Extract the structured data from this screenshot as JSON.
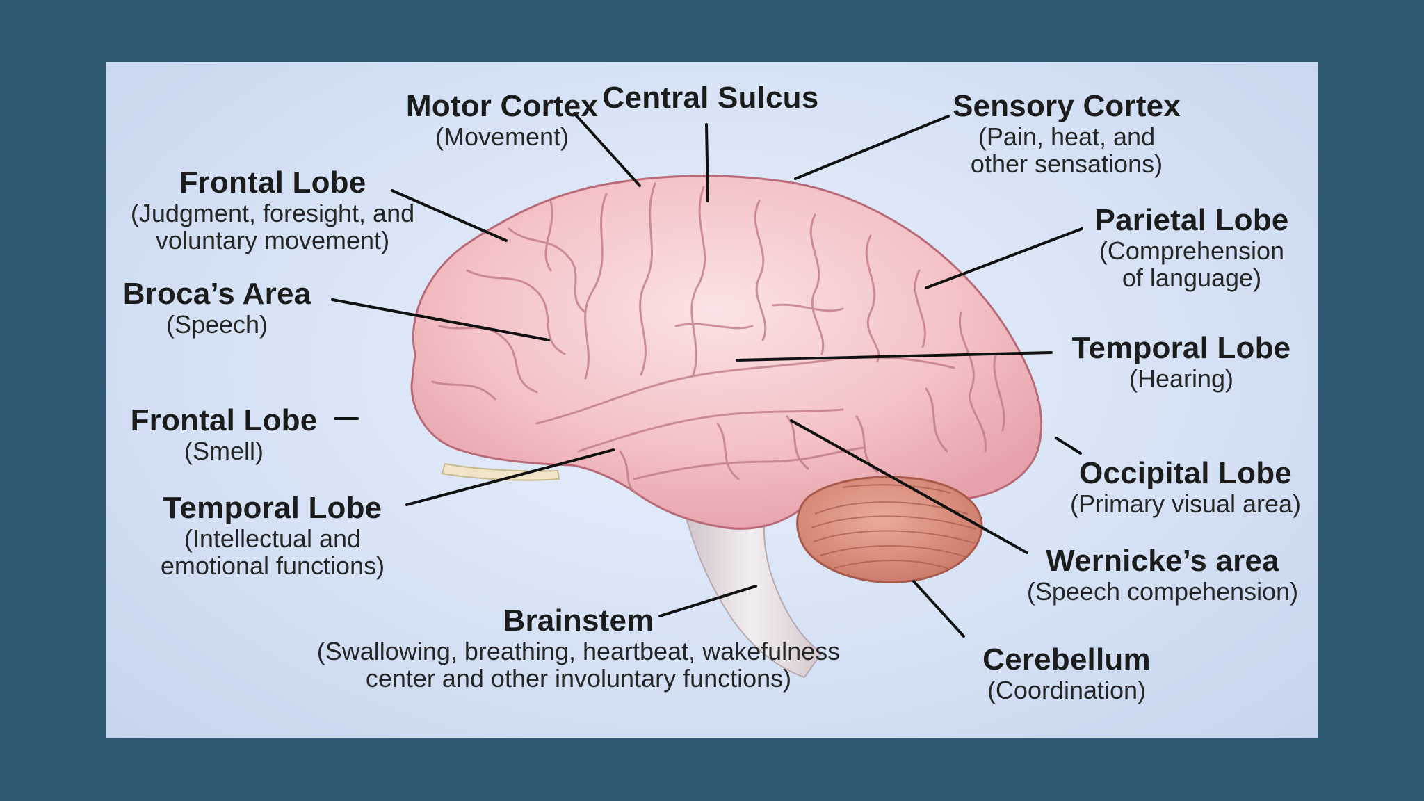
{
  "labels": [
    {
      "title": "Motor Cortex",
      "desc": "(Movement)"
    },
    {
      "title": "Central Sulcus",
      "desc": ""
    },
    {
      "title": "Sensory Cortex",
      "desc": "(Pain, heat, and other sensations)"
    },
    {
      "title": "Frontal Lobe",
      "desc": "(Judgment, foresight, and voluntary movement)"
    },
    {
      "title": "Parietal Lobe",
      "desc": "(Comprehension of language)"
    },
    {
      "title": "Broca’s Area",
      "desc": "(Speech)"
    },
    {
      "title": "Temporal Lobe",
      "desc": "(Hearing)"
    },
    {
      "title": "Frontal Lobe",
      "desc": "(Smell)"
    },
    {
      "title": "Occipital Lobe",
      "desc": "(Primary visual area)"
    },
    {
      "title": "Temporal Lobe",
      "desc": "(Intellectual and emotional functions)"
    },
    {
      "title": "Wernicke’s area",
      "desc": "(Speech compehension)"
    },
    {
      "title": "Brainstem",
      "desc": "(Swallowing, breathing, heartbeat, wakefulness center and other involuntary functions)"
    },
    {
      "title": "Cerebellum",
      "desc": "(Coordination)"
    }
  ],
  "colors": {
    "frame": "#2f5873",
    "panel": "#d6e2f5",
    "cerebrum": "#f2bcc0",
    "cerebrum_outline": "#b96a78",
    "cerebellum": "#d9897a",
    "brainstem": "#e6dde2",
    "leader_line": "#111111"
  }
}
